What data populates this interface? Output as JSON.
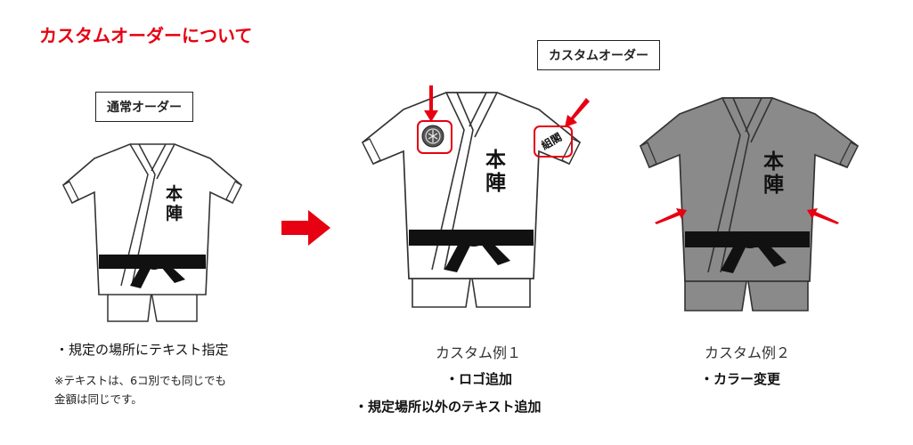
{
  "page": {
    "heading": "カスタムオーダーについて"
  },
  "normal_order": {
    "label": "通常オーダー",
    "chest_text": [
      "本",
      "陣"
    ],
    "bullet": "・規定の場所にテキスト指定",
    "note_lines": [
      "※テキストは、6コ別でも同じでも",
      "金額は同じです。"
    ]
  },
  "custom_order": {
    "label": "カスタムオーダー",
    "example1": {
      "caption": "カスタム例１",
      "chest_text": [
        "本",
        "陣"
      ],
      "sleeve_text": "組閣",
      "bullets": [
        "・ロゴ追加",
        "・規定場所以外のテキスト追加"
      ]
    },
    "example2": {
      "caption": "カスタム例２",
      "chest_text": [
        "本",
        "陣"
      ],
      "bullets": [
        "・カラー変更"
      ]
    }
  },
  "colors": {
    "accent": "#e60012",
    "white_uniform": "#ffffff",
    "gray_uniform": "#8a8a8a",
    "belt": "#111111"
  },
  "icons": [
    "arrow-right-icon",
    "red-pointer-arrow-icon",
    "logo-emblem-icon"
  ]
}
